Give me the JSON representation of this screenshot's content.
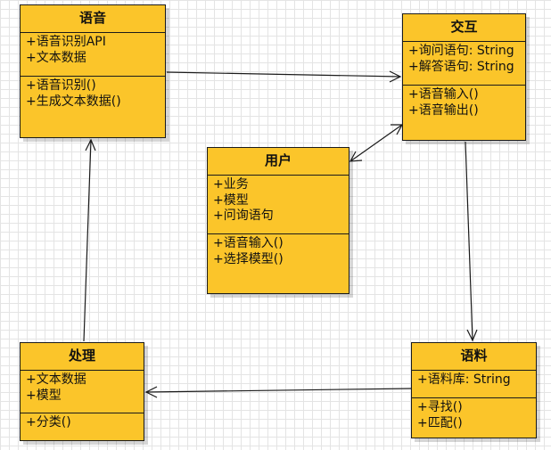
{
  "classes": {
    "voice": {
      "name": "语音",
      "attributes": [
        "+语音识别API",
        "+文本数据"
      ],
      "methods": [
        "+语音识别()",
        "+生成文本数据()"
      ]
    },
    "interaction": {
      "name": "交互",
      "attributes": [
        "+询问语句: String",
        "+解答语句: String"
      ],
      "methods": [
        "+语音输入()",
        "+语音输出()"
      ]
    },
    "user": {
      "name": "用户",
      "attributes": [
        "+业务",
        "+模型",
        "+问询语句"
      ],
      "methods": [
        "+语音输入()",
        "+选择模型()"
      ]
    },
    "process": {
      "name": "处理",
      "attributes": [
        "+文本数据",
        "+模型"
      ],
      "methods": [
        "+分类()"
      ]
    },
    "corpus": {
      "name": "语料",
      "attributes": [
        "+语料库: String"
      ],
      "methods": [
        "+寻找()",
        "+匹配()"
      ]
    }
  },
  "colors": {
    "box_fill": "#fbc52a",
    "border": "#1a1a1a",
    "arrow": "#1a1a1a",
    "grid": "#e4e4e4"
  },
  "connections": [
    {
      "from": "语音",
      "to": "交互",
      "direction": "one-way"
    },
    {
      "from": "交互",
      "to": "用户",
      "direction": "two-way"
    },
    {
      "from": "交互",
      "to": "语料",
      "direction": "one-way"
    },
    {
      "from": "语料",
      "to": "处理",
      "direction": "one-way"
    },
    {
      "from": "处理",
      "to": "语音",
      "direction": "one-way"
    }
  ]
}
